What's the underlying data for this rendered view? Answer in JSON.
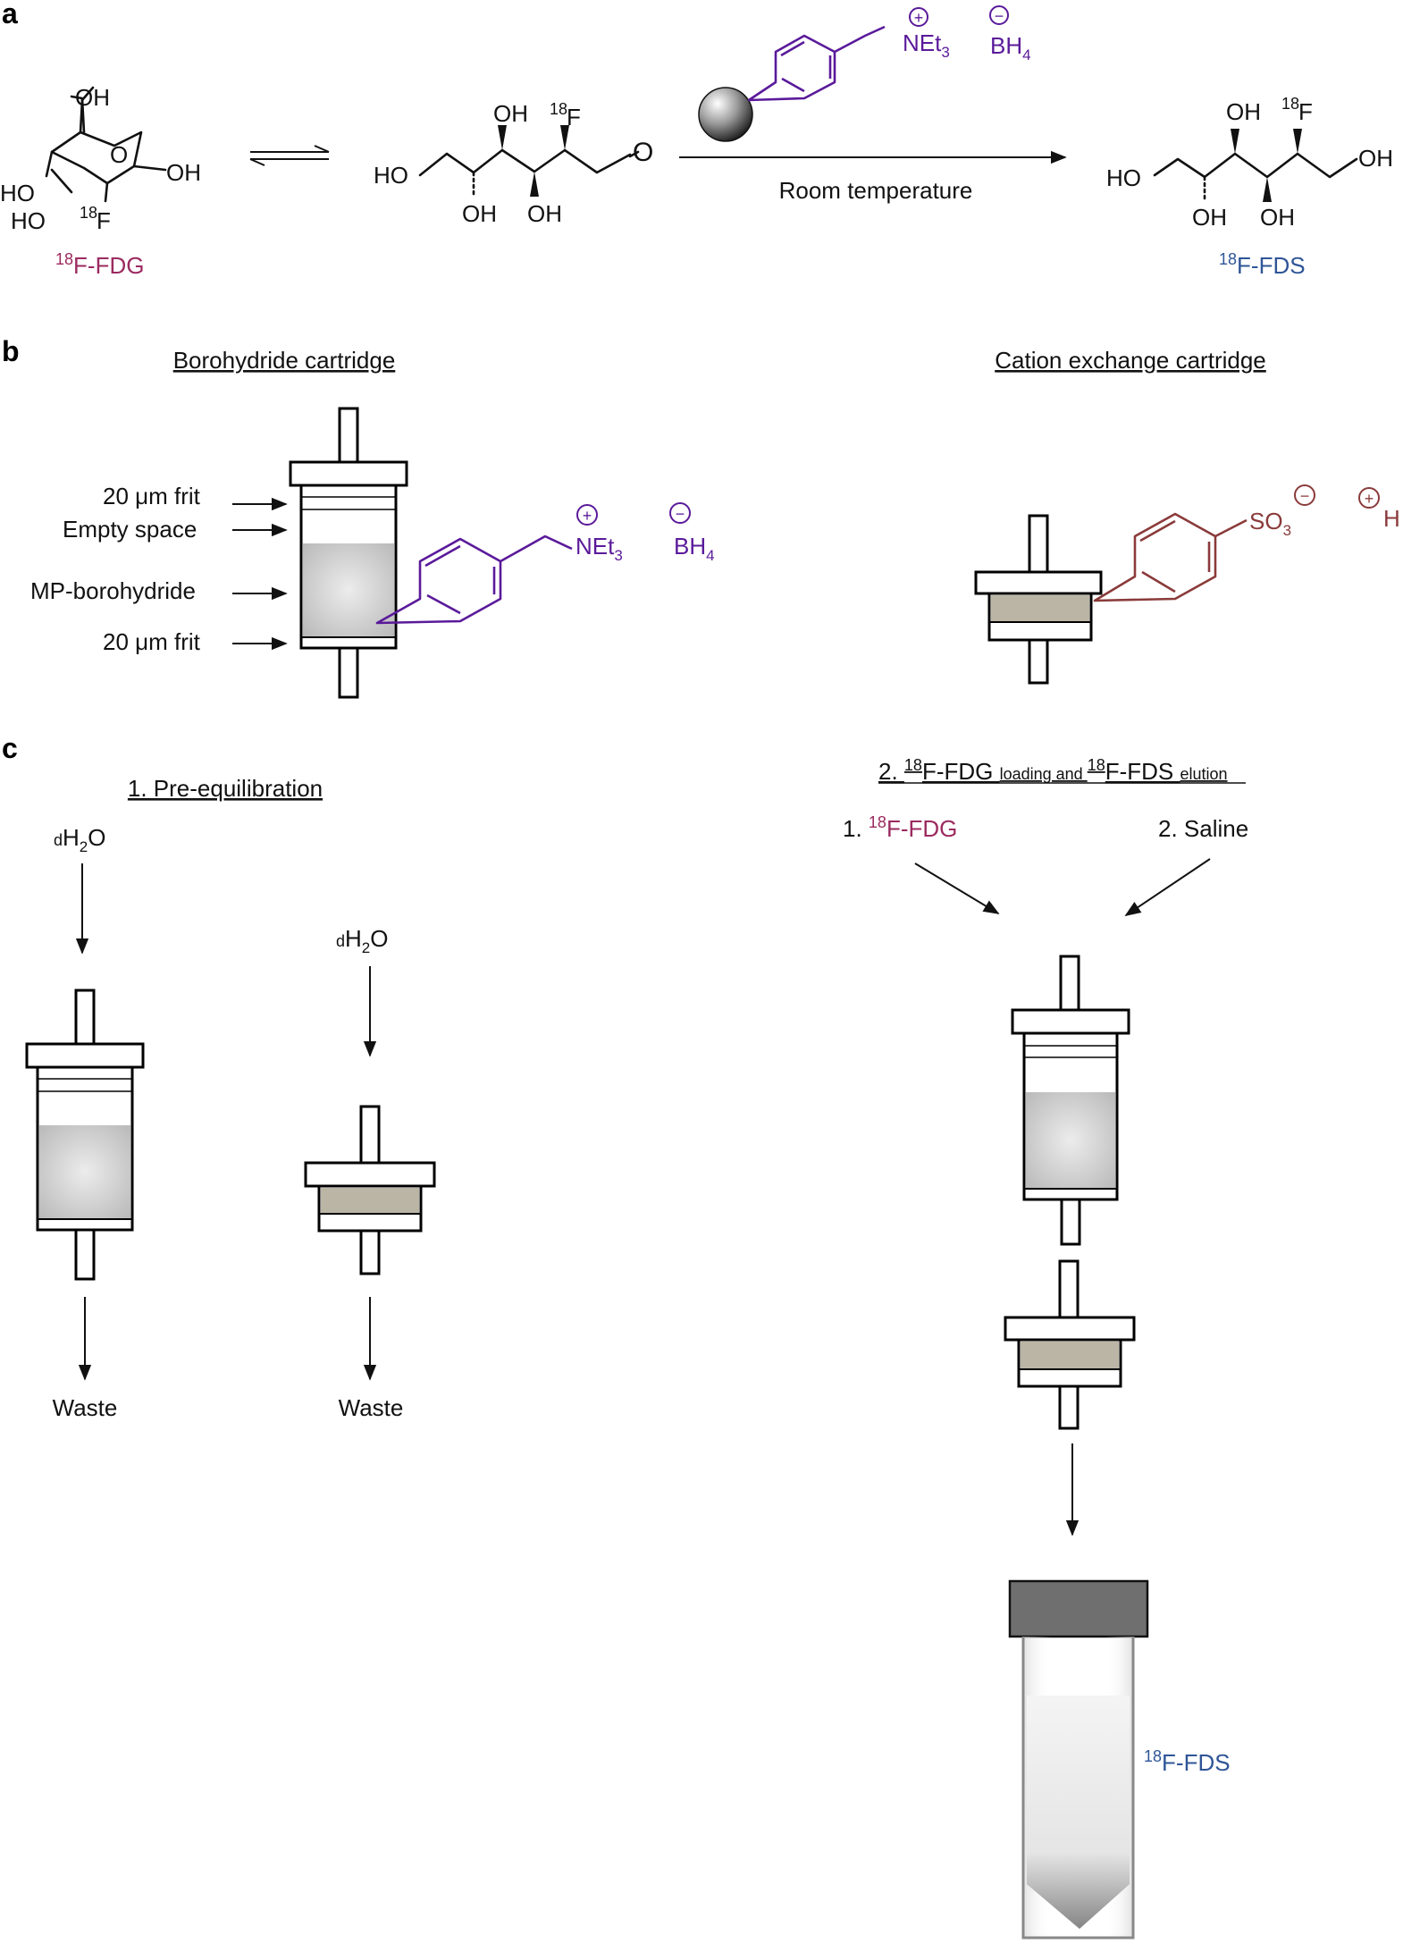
{
  "panels": {
    "a": "a",
    "b": "b",
    "c": "c"
  },
  "colors": {
    "fdg": "#9b2a5f",
    "fds": "#2f5597",
    "resin": "#5a1a9a",
    "sulfonate": "#8a3a3a"
  },
  "scheme_a": {
    "fdg_label": {
      "sup": "18",
      "text": "F-FDG"
    },
    "fds_label": {
      "sup": "18",
      "text": "F-FDS"
    },
    "reagent": {
      "cation": "NEt",
      "cation_sub": "3",
      "anion": "BH",
      "anion_sub": "4",
      "plus": "+",
      "minus": "−"
    },
    "condition": "Room temperature",
    "atoms": {
      "oh": "OH",
      "ho": "HO",
      "o": "O",
      "f_sup": "18",
      "f": "F"
    }
  },
  "panel_b": {
    "title_left": "Borohydride cartridge",
    "title_right": "Cation exchange cartridge",
    "part_labels": [
      "20 μm frit",
      "Empty space",
      "MP-borohydride",
      "20 μm frit"
    ],
    "resin": {
      "cation": "NEt",
      "cation_sub": "3",
      "anion": "BH",
      "anion_sub": "4",
      "plus": "+",
      "minus": "−"
    },
    "exchanger": {
      "group": "SO",
      "group_sub": "3",
      "minus": "−",
      "plus": "+",
      "counter": "H"
    }
  },
  "panel_c": {
    "step1_title": "1. Pre-equilibration",
    "water": {
      "prefix": "d",
      "h": "H",
      "sub": "2",
      "o": "O"
    },
    "waste": "Waste",
    "step2_title": {
      "num": "2. ",
      "sup1": "18",
      "main1": "F-FDG ",
      "small1": "loading and ",
      "sup2": "18",
      "main2": "F-FDS ",
      "small2": "elution"
    },
    "input1": {
      "prefix": "1. ",
      "sup": "18",
      "text": "F-FDG"
    },
    "input2": "2. Saline",
    "product": {
      "sup": "18",
      "text": "F-FDS"
    }
  }
}
